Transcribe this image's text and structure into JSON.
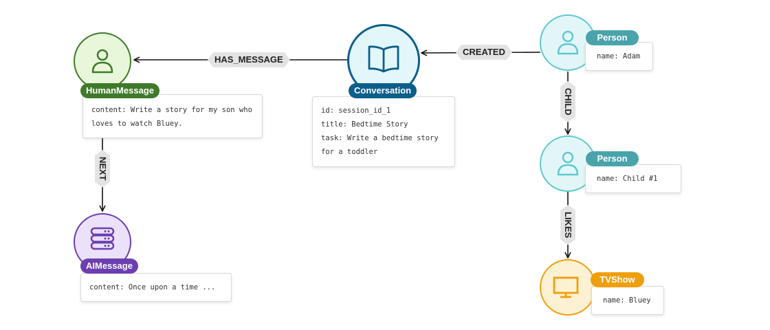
{
  "colors": {
    "human": "#3f7a2a",
    "human_fill": "#e8f7da",
    "ai": "#6b3fb1",
    "ai_fill": "#ebe1fb",
    "conversation": "#0b5f8a",
    "conversation_fill": "#e3f6fa",
    "person": "#4aa3aa",
    "person_ring": "#5ec8d2",
    "person_fill": "#e3f6f7",
    "tvshow": "#ef9f0c",
    "tvshow_fill": "#fdf1d3",
    "edge": "#111111",
    "edge_label_bg": "#e3e3e3"
  },
  "nodes": {
    "human_message": {
      "label": "HumanMessage",
      "icon": "person-icon",
      "props": [
        "content: Write a story for my son who loves to watch Bluey."
      ]
    },
    "ai_message": {
      "label": "AIMessage",
      "icon": "server-icon",
      "props": [
        "content: Once upon a time ..."
      ]
    },
    "conversation": {
      "label": "Conversation",
      "icon": "book-icon",
      "props": [
        "id: session_id_1",
        "title: Bedtime Story",
        "task: Write a bedtime story for a toddler"
      ]
    },
    "person_adam": {
      "label": "Person",
      "icon": "person-icon",
      "props": [
        "name: Adam"
      ]
    },
    "person_child": {
      "label": "Person",
      "icon": "person-icon",
      "props": [
        "name: Child #1"
      ]
    },
    "tvshow": {
      "label": "TVShow",
      "icon": "tv-icon",
      "props": [
        "name: Bluey"
      ]
    }
  },
  "edges": {
    "has_message": {
      "label": "HAS_MESSAGE",
      "from": "Conversation",
      "to": "HumanMessage"
    },
    "created": {
      "label": "CREATED",
      "from": "Person",
      "to": "Conversation"
    },
    "next": {
      "label": "NEXT",
      "from": "HumanMessage",
      "to": "AIMessage"
    },
    "child": {
      "label": "CHILD",
      "from": "Person",
      "to": "Person"
    },
    "likes": {
      "label": "LIKES",
      "from": "Person",
      "to": "TVShow"
    }
  }
}
